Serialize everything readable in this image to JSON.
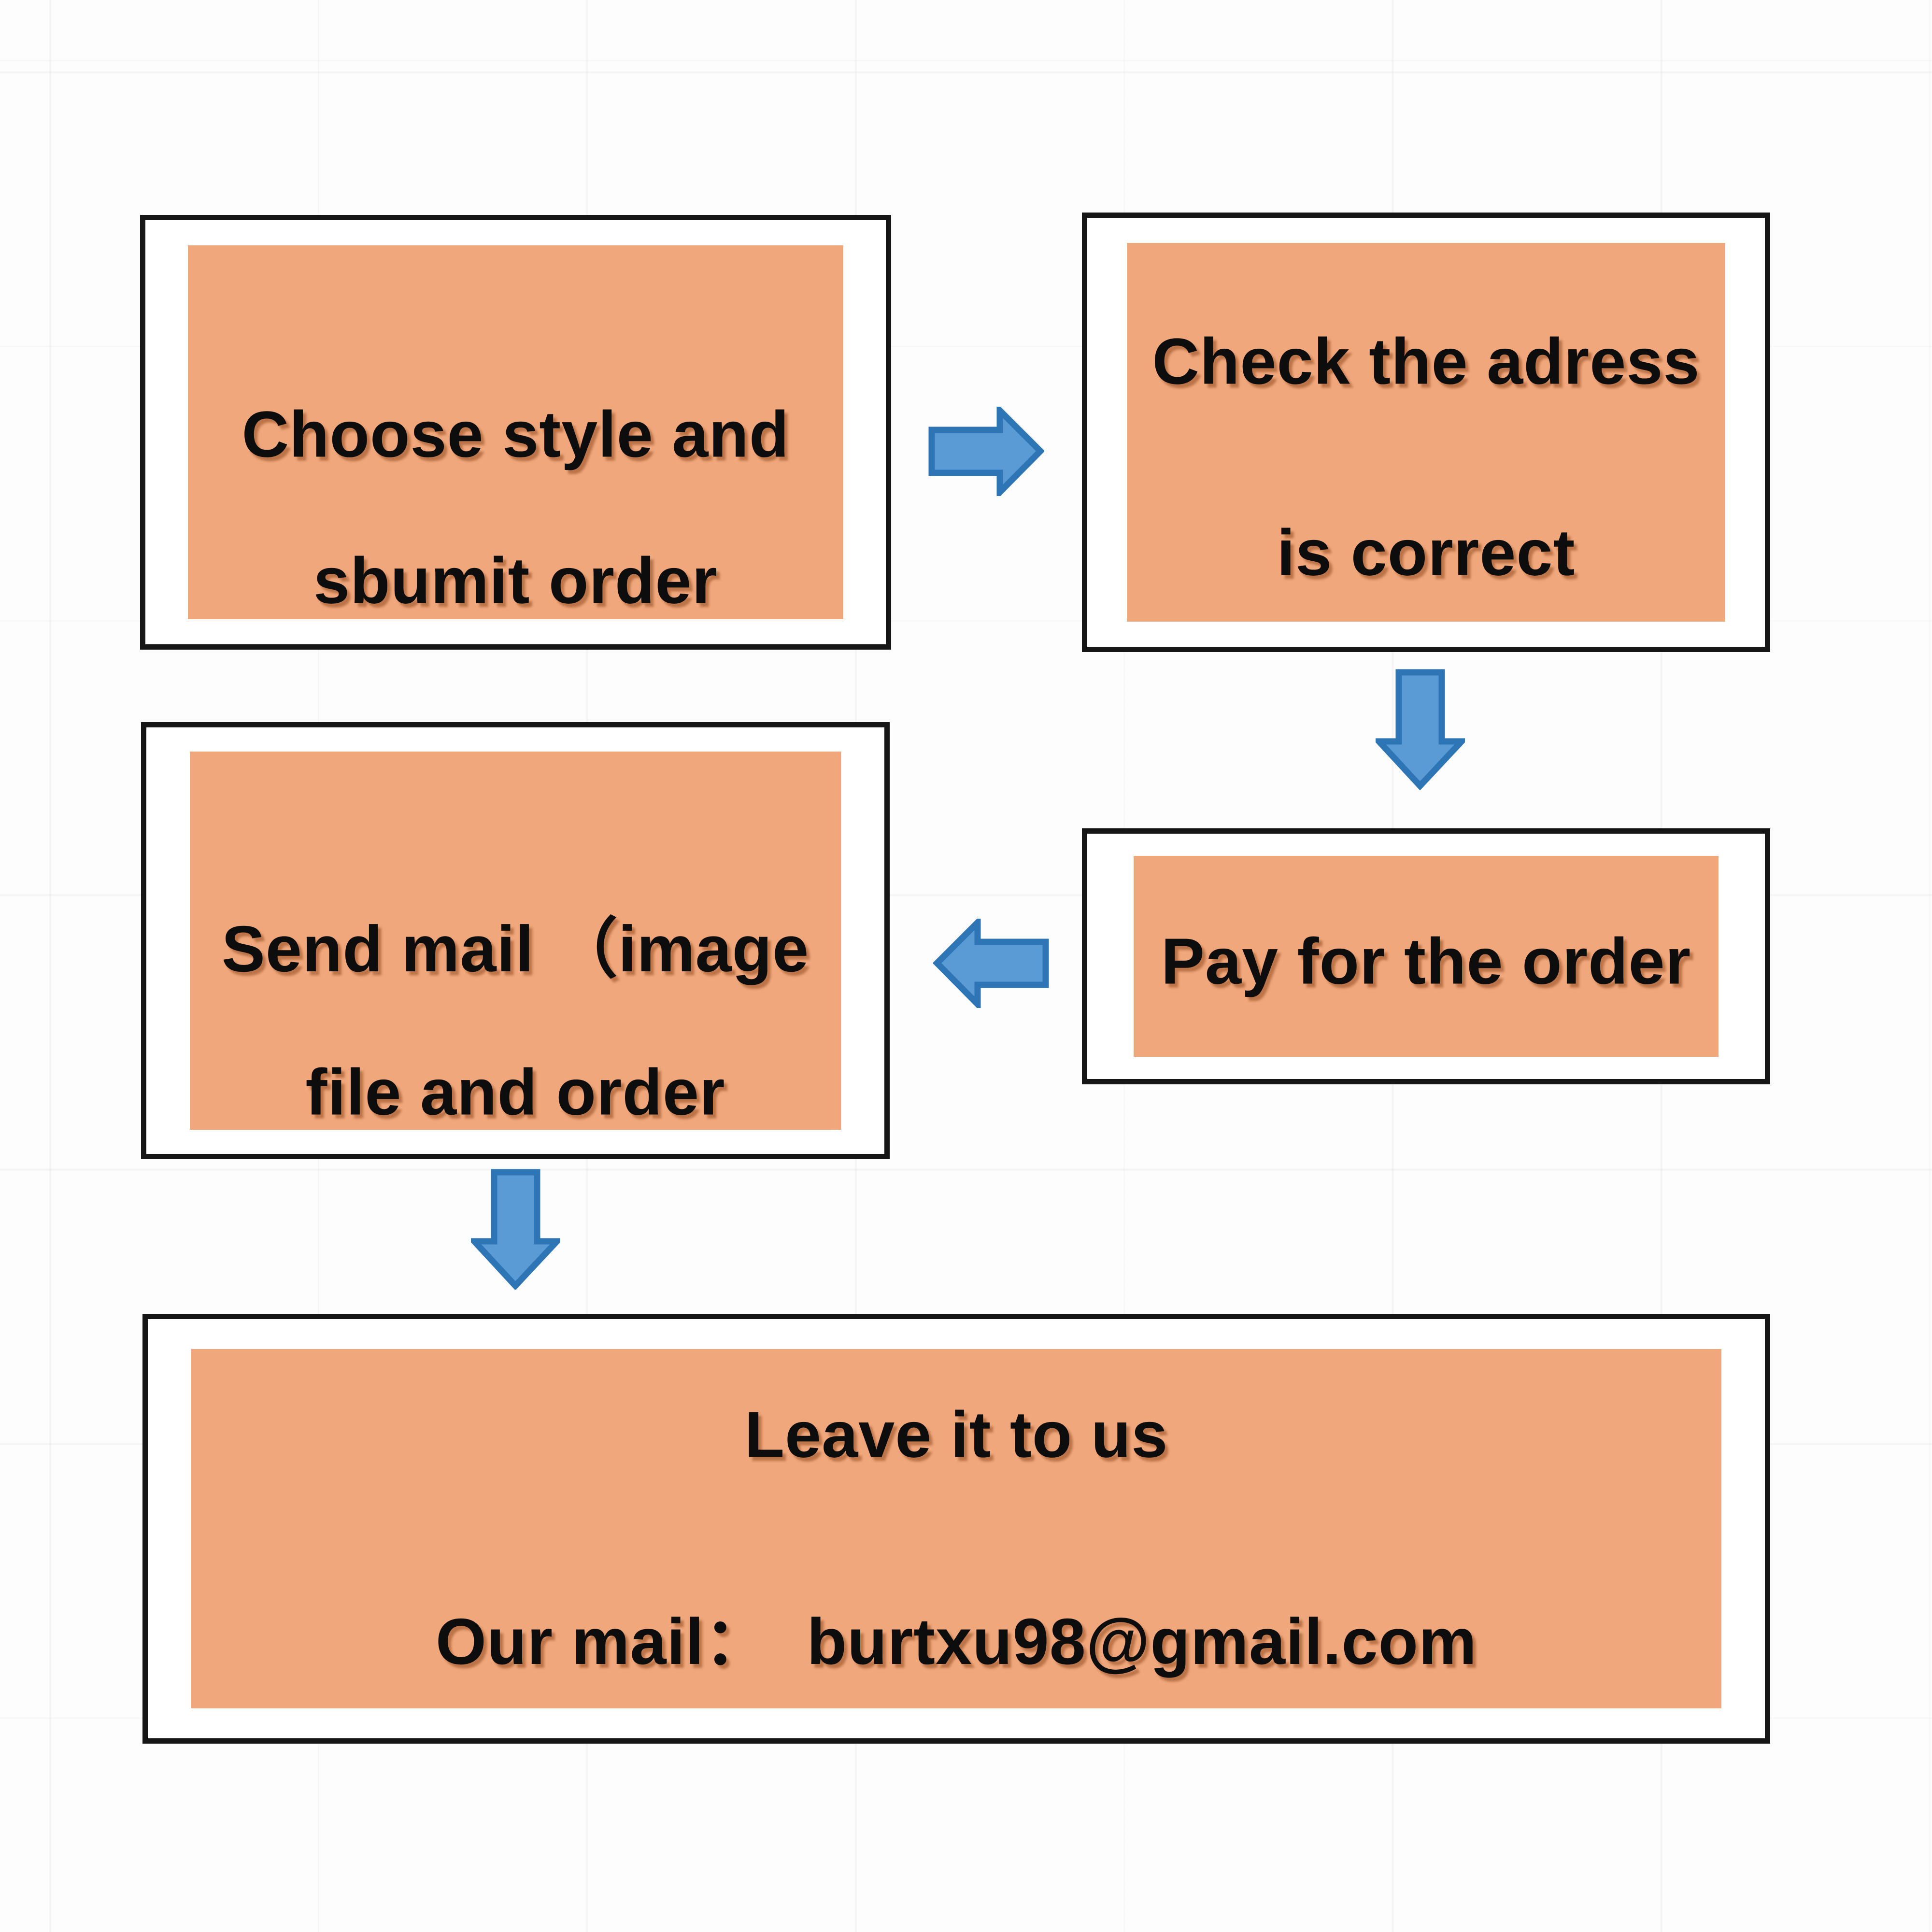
{
  "diagram": {
    "title": "order process flowchart",
    "colors": {
      "background": "#fdfdfd",
      "box_fill": "#F0A77B",
      "box_border": "#161616",
      "arrow_fill": "#5B9BD5",
      "arrow_stroke": "#2E75B6",
      "text": "#0d0d0d"
    },
    "steps": [
      {
        "id": "choose-style",
        "lines": [
          "Choose style and",
          "sbumit order"
        ]
      },
      {
        "id": "check-address",
        "lines": [
          "Check the adress",
          "is correct"
        ]
      },
      {
        "id": "pay-order",
        "lines": [
          "Pay for the order"
        ]
      },
      {
        "id": "send-mail",
        "lines": [
          "Send mail （image",
          "file and order"
        ]
      },
      {
        "id": "leave-it-to-us",
        "lines": [
          "Leave it to us",
          "Our mail：  burtxu98@gmail.com"
        ]
      }
    ],
    "arrows": [
      {
        "id": "arrow-1",
        "direction": "right",
        "from": "choose-style",
        "to": "check-address"
      },
      {
        "id": "arrow-2",
        "direction": "down",
        "from": "check-address",
        "to": "pay-order"
      },
      {
        "id": "arrow-3",
        "direction": "left",
        "from": "pay-order",
        "to": "send-mail"
      },
      {
        "id": "arrow-4",
        "direction": "down",
        "from": "send-mail",
        "to": "leave-it-to-us"
      }
    ]
  }
}
